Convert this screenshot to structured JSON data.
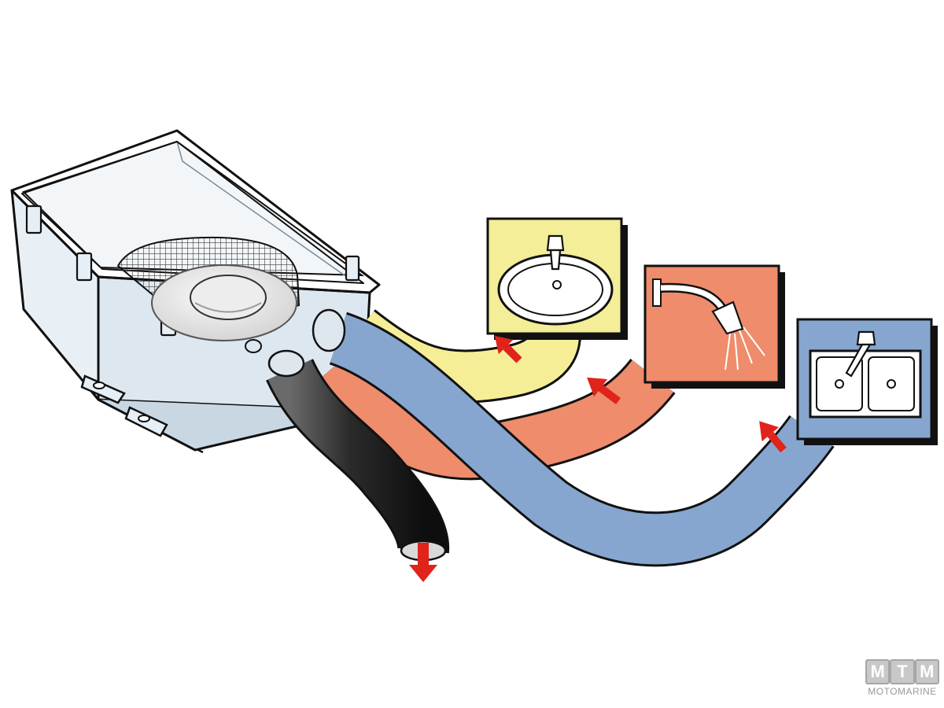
{
  "diagram": {
    "colors": {
      "outline": "#111111",
      "tank": "#e6eff6",
      "tank_shadow": "#c9d7e2",
      "mesh": "#3a3a3a",
      "pump": "#e8e8e8",
      "discharge_hose": "#2b2b2b",
      "sink_hose": "#f5ee96",
      "shower_hose": "#ee8c6c",
      "galley_hose": "#86a6cf",
      "arrow": "#e0231b"
    },
    "nodes": [
      {
        "id": "tank",
        "icon": "sump-tank-with-strainer-basket-icon"
      },
      {
        "id": "wash-basin-panel",
        "icon": "wash-basin-icon",
        "fill": "#f3ee97"
      },
      {
        "id": "shower-panel",
        "icon": "shower-head-icon",
        "fill": "#ee8c6c"
      },
      {
        "id": "galley-sink-panel",
        "icon": "double-sink-icon",
        "fill": "#86a6cf"
      }
    ],
    "edges": [
      {
        "from": "wash-basin-panel",
        "to": "tank",
        "hose_color": "#f5ee96"
      },
      {
        "from": "shower-panel",
        "to": "tank",
        "hose_color": "#ee8c6c"
      },
      {
        "from": "galley-sink-panel",
        "to": "tank",
        "hose_color": "#86a6cf"
      },
      {
        "from": "tank",
        "to": "overboard-discharge",
        "hose_color": "#2b2b2b"
      }
    ]
  },
  "watermark": {
    "letters": [
      "M",
      "T",
      "M"
    ],
    "subtitle": "MOTOMARINE"
  }
}
